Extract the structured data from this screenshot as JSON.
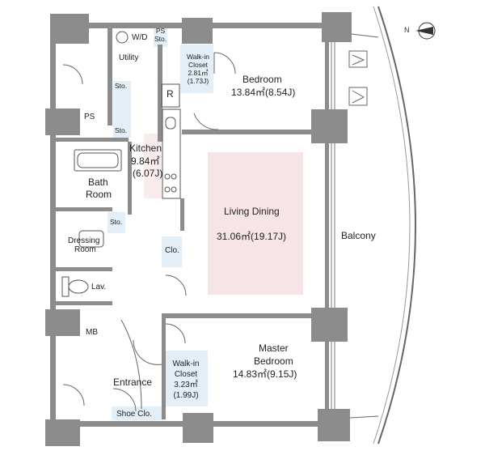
{
  "compass": {
    "north_label": "N"
  },
  "colors": {
    "wall": "#8c8c8c",
    "wall_dark": "#777777",
    "closet_fill": "#e3eef6",
    "living_accent": "#f6e4e6",
    "line": "#555555"
  },
  "rooms": {
    "bedroom": {
      "name": "Bedroom",
      "area": "13.84㎡(8.54J)"
    },
    "master_bedroom": {
      "name_line1": "Master",
      "name_line2": "Bedroom",
      "area": "14.83㎡(9.15J)"
    },
    "living_dining": {
      "name": "Living Dining",
      "area": "31.06㎡(19.17J)"
    },
    "kitchen": {
      "name": "Kitchen",
      "area_line1": "9.84㎡",
      "area_line2": "(6.07J)"
    },
    "walk_in_closet_small": {
      "line1": "Walk-in",
      "line2": "Closet",
      "line3": "2.81㎡",
      "line4": "(1.73J)"
    },
    "walk_in_closet_master": {
      "line1": "Walk-in",
      "line2": "Closet",
      "line3": "3.23㎡",
      "line4": "(1.99J)"
    },
    "utility": {
      "name": "Utility"
    },
    "wd": {
      "name": "W/D"
    },
    "ps_sto": {
      "line1": "PS",
      "line2": "Sto."
    },
    "ps": {
      "name": "PS"
    },
    "mb": {
      "name": "MB"
    },
    "bath_room": {
      "line1": "Bath",
      "line2": "Room"
    },
    "dressing_room": {
      "line1": "Dressing",
      "line2": "Room"
    },
    "lav": {
      "name": "Lav."
    },
    "entrance": {
      "name": "Entrance"
    },
    "shoe_clo": {
      "name": "Shoe Clo."
    },
    "clo": {
      "name": "Clo."
    },
    "balcony": {
      "name": "Balcony"
    },
    "refrigerator": {
      "name": "R"
    },
    "sto_1": {
      "name": "Sto."
    },
    "sto_2": {
      "name": "Sto."
    },
    "sto_3": {
      "name": "Sto."
    }
  }
}
